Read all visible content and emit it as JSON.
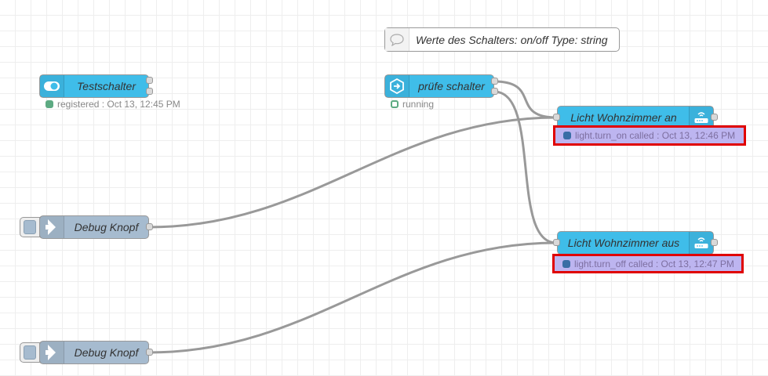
{
  "comment": {
    "text": "Werte des Schalters: on/off Type: string",
    "icon": "speech-bubble-icon"
  },
  "nodes": {
    "testschalter": {
      "label": "Testschalter",
      "icon": "toggle-switch-icon",
      "status": "registered : Oct 13, 12:45 PM",
      "status_color": "#5daa82"
    },
    "pruefe_schalter": {
      "label": "prüfe schalter",
      "icon": "switch-node-icon",
      "status": "running",
      "status_color": "#5daa82"
    },
    "licht_an": {
      "label": "Licht Wohnzimmer an",
      "icon": "router-icon",
      "status": "light.turn_on called : Oct 13, 12:46 PM",
      "status_color": "#3a6ea5"
    },
    "licht_aus": {
      "label": "Licht Wohnzimmer aus",
      "icon": "router-icon",
      "status": "light.turn_off called : Oct 13, 12:47 PM",
      "status_color": "#3a6ea5"
    },
    "debug1": {
      "label": "Debug Knopf",
      "icon": "inject-arrow-icon"
    },
    "debug2": {
      "label": "Debug Knopf",
      "icon": "inject-arrow-icon"
    }
  },
  "colors": {
    "node_blue": "#3fbde9",
    "node_grey": "#a6bbcf",
    "wire": "#999999",
    "highlight_border": "#e00000"
  }
}
